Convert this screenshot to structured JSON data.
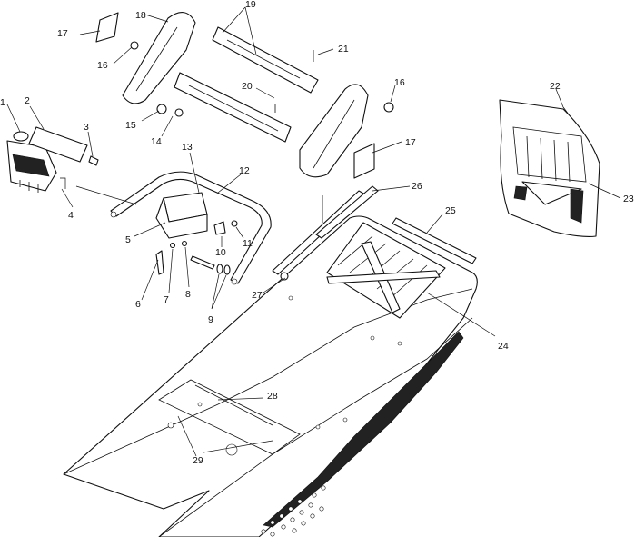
{
  "diagram": {
    "callouts": [
      "1",
      "2",
      "3",
      "4",
      "5",
      "6",
      "7",
      "8",
      "9",
      "10",
      "11",
      "12",
      "13",
      "14",
      "15",
      "16",
      "16",
      "17",
      "17",
      "18",
      "19",
      "20",
      "21",
      "22",
      "23",
      "24",
      "25",
      "26",
      "27",
      "28",
      "29"
    ]
  }
}
